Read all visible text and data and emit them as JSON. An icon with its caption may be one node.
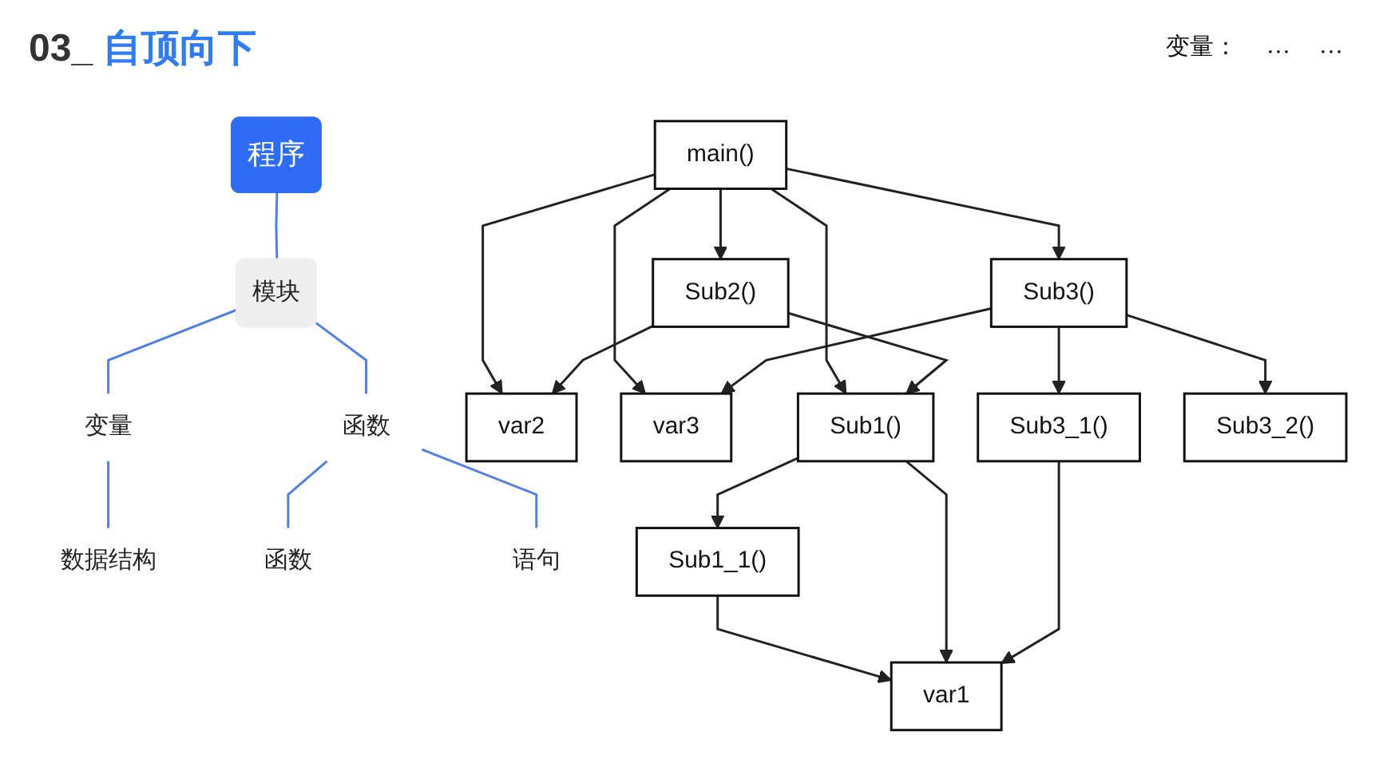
{
  "diagram": {
    "title": "03_ 自顶向下",
    "nodes": [
      {
        "text": [
          "程序"
        ]
      },
      {
        "text": [
          "模块"
        ]
      },
      {
        "text": [
          "变量"
        ]
      },
      {
        "text": [
          "数据结构"
        ]
      },
      {
        "text": [
          "函数"
        ]
      },
      {
        "text": [
          "函数"
        ]
      },
      {
        "text": [
          "语句"
        ]
      },
      {
        "text": [
          "var1"
        ]
      },
      {
        "text": [
          "var2"
        ]
      },
      {
        "text": [
          "var3"
        ]
      },
      {
        "text": [
          "main()"
        ]
      },
      {
        "text": [
          "Sub1()"
        ]
      },
      {
        "text": [
          "Sub2()"
        ]
      },
      {
        "text": [
          "Sub3()"
        ]
      },
      {
        "text": [
          "Sub1_1()"
        ]
      },
      {
        "text": [
          "Sub3_1()"
        ]
      },
      {
        "text": [
          "Sub3_2()"
        ]
      }
    ],
    "edges": [
      {
        "from": 0,
        "to": 1,
        "arrow": "none",
        "color": "#4f7fe8"
      },
      {
        "from": 1,
        "to": 2,
        "arrow": "none",
        "color": "#4f7fe8"
      },
      {
        "from": 2,
        "to": 3,
        "arrow": "none",
        "color": "#4f7fe8"
      },
      {
        "from": 1,
        "to": 4,
        "arrow": "none",
        "color": "#4f7fe8"
      },
      {
        "from": 4,
        "to": 5,
        "arrow": "none",
        "color": "#4f7fe8"
      },
      {
        "from": 4,
        "to": 6,
        "arrow": "none",
        "color": "#4f7fe8"
      },
      {
        "from": 14,
        "to": 7,
        "arrow": "to"
      },
      {
        "from": 11,
        "to": 7,
        "arrow": "to"
      },
      {
        "from": 15,
        "to": 7,
        "arrow": "to"
      },
      {
        "from": 10,
        "to": 8,
        "arrow": "to"
      },
      {
        "from": 12,
        "to": 8,
        "arrow": "to"
      },
      {
        "from": 10,
        "to": 9,
        "arrow": "to"
      },
      {
        "from": 13,
        "to": 9,
        "arrow": "to"
      },
      {
        "from": 10,
        "to": 11,
        "arrow": "to"
      },
      {
        "from": 10,
        "to": 12,
        "arrow": "to"
      },
      {
        "from": 10,
        "to": 13,
        "arrow": "to"
      },
      {
        "from": 12,
        "to": 11,
        "arrow": "to"
      },
      {
        "from": 11,
        "to": 14,
        "arrow": "to"
      },
      {
        "from": 13,
        "to": 15,
        "arrow": "to"
      },
      {
        "from": 13,
        "to": 16,
        "arrow": "to"
      }
    ],
    "labels": [
      "变量：",
      "…",
      "…"
    ]
  }
}
